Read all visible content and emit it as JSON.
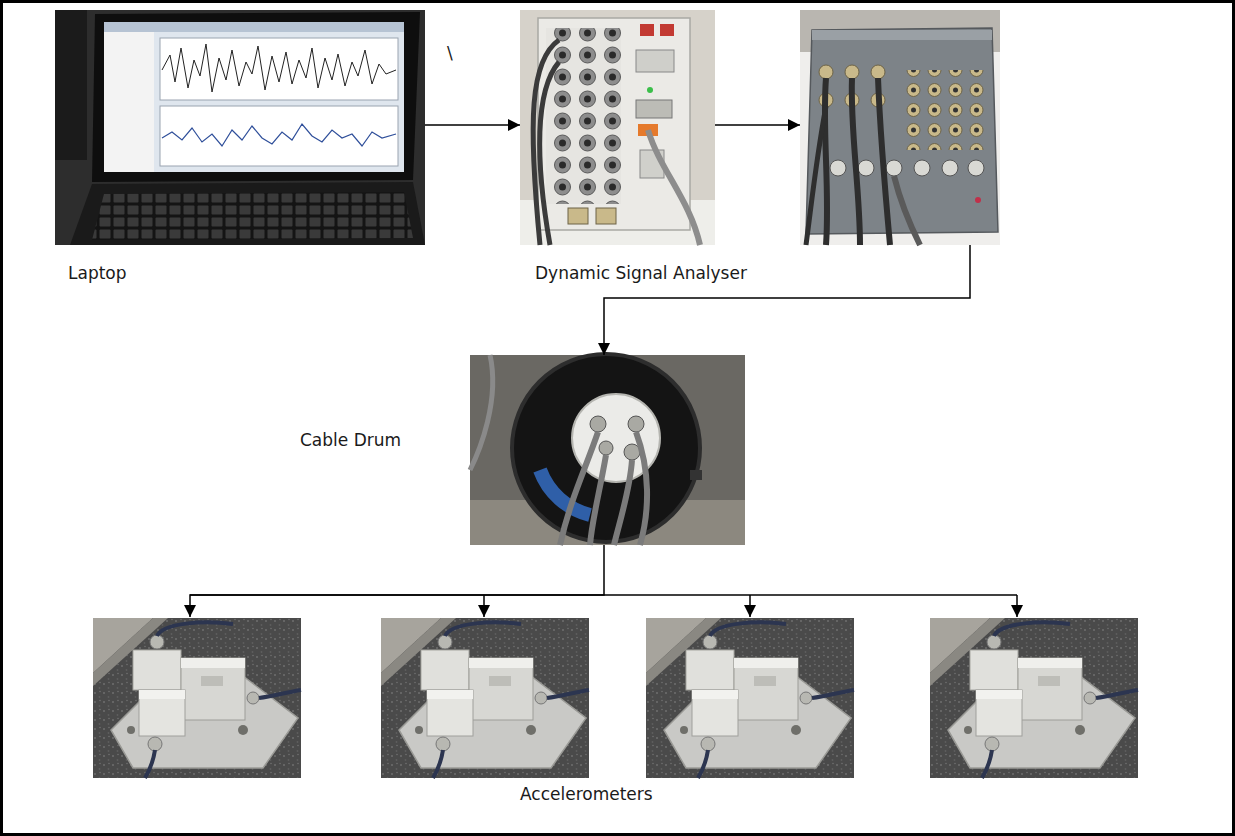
{
  "diagram": {
    "nodes": [
      {
        "text": [
          "Laptop"
        ]
      },
      {
        "text": [
          "Dynamic Signal Analyser"
        ]
      },
      {
        "text": [
          "Cable Drum"
        ]
      },
      {
        "text": [
          "Accelerometers"
        ]
      }
    ],
    "edges": [
      {
        "from": 0,
        "to": 1,
        "arrow": "to"
      },
      {
        "from": 1,
        "to": 2,
        "arrow": "to"
      },
      {
        "from": 2,
        "to": 3,
        "arrow": "to"
      }
    ],
    "labels": [
      "\\"
    ]
  }
}
